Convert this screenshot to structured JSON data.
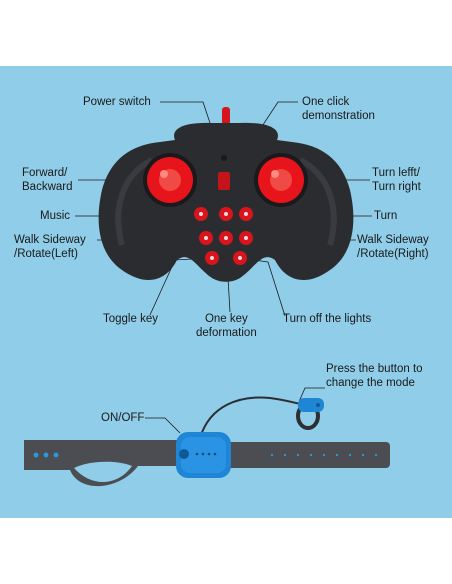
{
  "labels": {
    "power_switch": "Power switch",
    "one_click_1": "One click",
    "one_click_2": "demonstration",
    "forward_1": "Forward/",
    "forward_2": "Backward",
    "turn_left_1": "Turn lefft/",
    "turn_left_2": "Turn right",
    "music": "Music",
    "turn": "Turn",
    "walk_left_1": "Walk Sideway",
    "walk_left_2": "/Rotate(Left)",
    "walk_right_1": "Walk Sideway",
    "walk_right_2": "/Rotate(Right)",
    "toggle_key": "Toggle key",
    "one_key_1": "One key",
    "one_key_2": "deformation",
    "turn_off_lights": "Turn off the lights",
    "press_button_1": "Press the button to",
    "press_button_2": "change the mode",
    "on_off": "ON/OFF"
  },
  "colors": {
    "background_panel": "#8fcde8",
    "controller_body": "#2b2c30",
    "joystick_red": "#e8141b",
    "button_red": "#d9141c",
    "band_gray": "#4b4d52",
    "module_blue": "#1f86d6",
    "dot_blue": "#2a9ae0"
  },
  "icons": {
    "controller": "remote-controller-icon",
    "watch": "wrist-band-remote-icon"
  }
}
